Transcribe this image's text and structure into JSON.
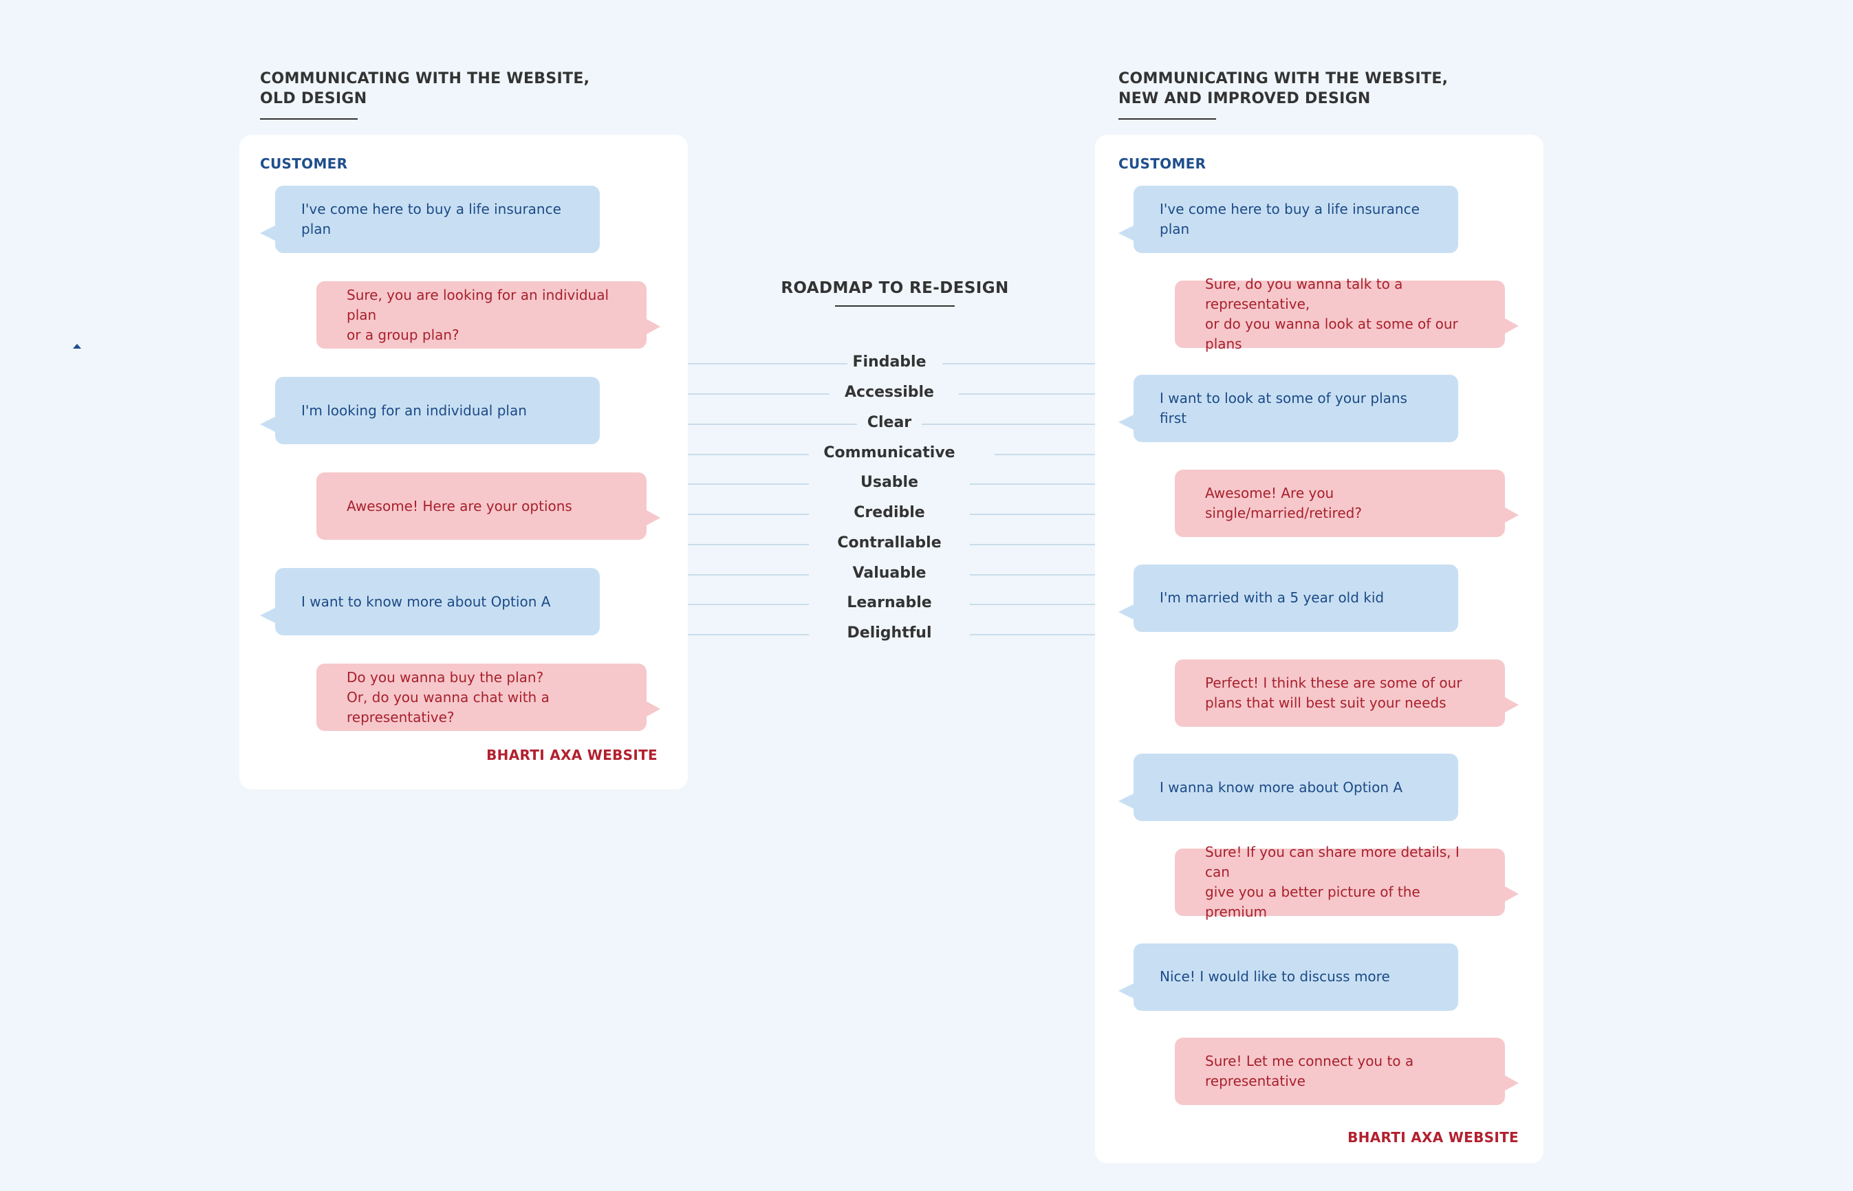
{
  "old_design": {
    "heading": [
      "COMMUNICATING WITH THE WEBSITE,",
      "OLD DESIGN"
    ],
    "customer_label": "CUSTOMER",
    "website_label": "BHARTI AXA WEBSITE",
    "messages": [
      {
        "from": "customer",
        "text": "I've come here to buy a life insurance plan"
      },
      {
        "from": "website",
        "text": "Sure, you are looking for an individual plan\nor a group plan?"
      },
      {
        "from": "customer",
        "text": "I'm looking for an individual plan"
      },
      {
        "from": "website",
        "text": "Awesome! Here are your options"
      },
      {
        "from": "customer",
        "text": "I want to know more about Option A"
      },
      {
        "from": "website",
        "text": "Do you wanna buy the plan?\nOr, do you wanna chat with a representative?"
      }
    ]
  },
  "new_design": {
    "heading": [
      "COMMUNICATING WITH THE WEBSITE,",
      "NEW AND IMPROVED DESIGN"
    ],
    "customer_label": "CUSTOMER",
    "website_label": "BHARTI AXA WEBSITE",
    "messages": [
      {
        "from": "customer",
        "text": "I've come here to buy a life insurance plan"
      },
      {
        "from": "website",
        "text": "Sure, do you wanna talk to a representative,\nor do you wanna look at some of our plans"
      },
      {
        "from": "customer",
        "text": "I want to look at some of your plans first"
      },
      {
        "from": "website",
        "text": "Awesome! Are you single/married/retired?"
      },
      {
        "from": "customer",
        "text": "I'm married with a 5 year old kid"
      },
      {
        "from": "website",
        "text": "Perfect! I think these are some of our\nplans that will best suit your needs"
      },
      {
        "from": "customer",
        "text": "I wanna know more about Option A"
      },
      {
        "from": "website",
        "text": "Sure! If you can share more details, I can\ngive you a better picture of the premium"
      },
      {
        "from": "customer",
        "text": "Nice! I would like to discuss more"
      },
      {
        "from": "website",
        "text": "Sure! Let me connect you to a representative"
      }
    ]
  },
  "roadmap": {
    "title": "ROADMAP TO RE-DESIGN",
    "attributes": [
      "Findable",
      "Accessible",
      "Clear",
      "Communicative",
      "Usable",
      "Credible",
      "Contrallable",
      "Valuable",
      "Learnable",
      "Delightful"
    ]
  },
  "colors": {
    "background": "#f0f6fb",
    "customer_bubble": "#c8dff3",
    "customer_text": "#1c4a86",
    "website_bubble": "#f6c8cb",
    "website_text": "#a8202d",
    "connector_line": "#c9dcec"
  }
}
